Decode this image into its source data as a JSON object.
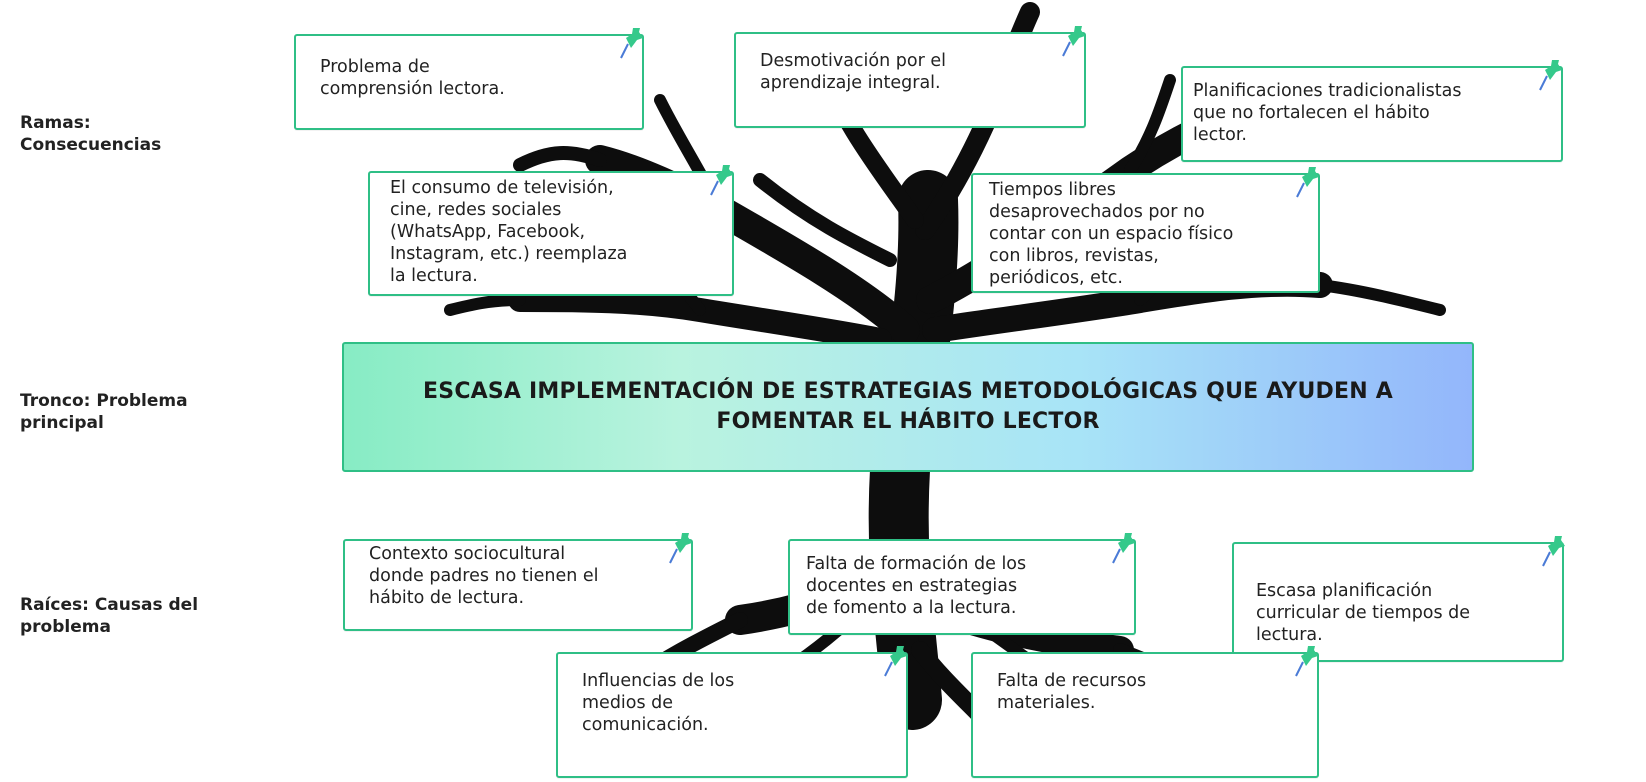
{
  "labels": {
    "branches": "Ramas:\nConsecuencias",
    "trunk": "Tronco: Problema\nprincipal",
    "roots": "Raíces: Causas del\nproblema"
  },
  "problem": "ESCASA IMPLEMENTACIÓN DE ESTRATEGIAS METODOLÓGICAS QUE AYUDEN A FOMENTAR EL HÁBITO LECTOR",
  "consequences": [
    "Problema de\ncomprensión lectora.",
    "Desmotivación por el\naprendizaje integral.",
    "Planificaciones tradicionalistas\nque no fortalecen el hábito\nlector.",
    "El consumo de televisión,\ncine, redes sociales\n(WhatsApp, Facebook,\nInstagram, etc.) reemplaza\nla lectura.",
    "Tiempos libres\ndesaprovechados por no\ncontar con un espacio físico\ncon libros, revistas,\nperiódicos, etc."
  ],
  "causes": [
    "Contexto sociocultural\ndonde padres no tienen el\nhábito de lectura.",
    "Falta de formación de los\ndocentes en estrategias\nde fomento a la lectura.",
    "Escasa planificación\ncurricular de tiempos de\nlectura.",
    "Influencias de los\nmedios de\ncomunicación.",
    "Falta de recursos\nmateriales."
  ],
  "colors": {
    "note_border": "#2fbf86",
    "pin": "#35c98b",
    "tree": "#0d0d0d"
  }
}
